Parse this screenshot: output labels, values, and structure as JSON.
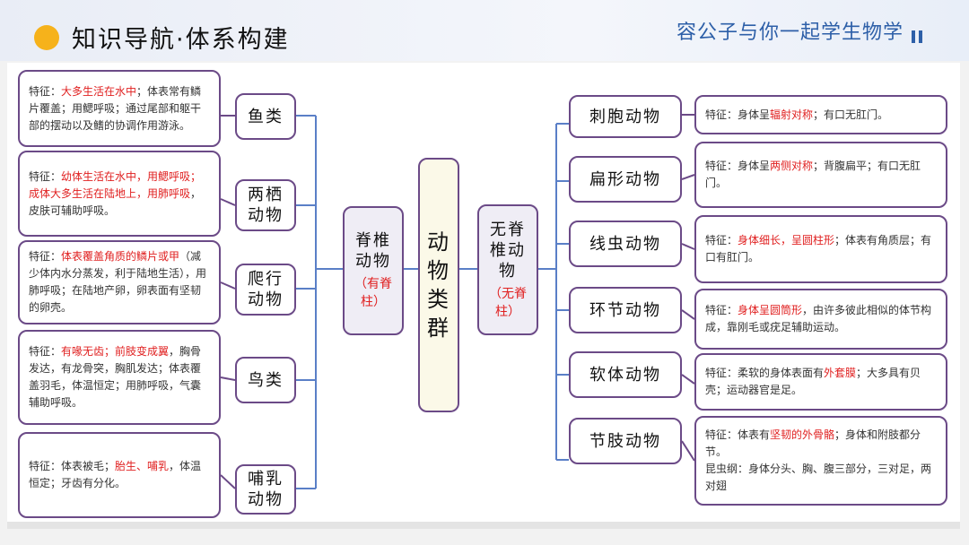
{
  "header": {
    "title": "知识导航·体系构建",
    "brand": "容公子与你一起学生物学"
  },
  "center": {
    "label": "动物类群"
  },
  "vertebrate": {
    "label": "脊椎动物",
    "note": "（有脊柱）"
  },
  "invertebrate": {
    "label": "无脊椎动物",
    "note": "（无脊柱）"
  },
  "left_groups": [
    {
      "name": "鱼类",
      "desc": [
        [
          "特征：",
          ""
        ],
        [
          "大多生活在水中",
          "r"
        ],
        [
          "；体表常有鳞片覆盖；用鳃呼吸；通过尾部和躯干部的摆动以及鳍的协调作用游泳。",
          ""
        ]
      ]
    },
    {
      "name": "两栖动物",
      "desc": [
        [
          "特征：",
          ""
        ],
        [
          "幼体生活在水中，用鳃呼吸；成体大多生活在陆地上，用肺呼吸",
          "r"
        ],
        [
          "，皮肤可辅助呼吸。",
          ""
        ]
      ]
    },
    {
      "name": "爬行动物",
      "desc": [
        [
          "特征：",
          ""
        ],
        [
          "体表覆盖角质的鳞片或甲",
          "r"
        ],
        [
          "（减少体内水分蒸发，利于陆地生活），用肺呼吸；在陆地产卵，卵表面有坚韧的卵壳。",
          ""
        ]
      ]
    },
    {
      "name": "鸟类",
      "desc": [
        [
          "特征：",
          ""
        ],
        [
          "有喙无齿；前肢变成翼",
          "r"
        ],
        [
          "，胸骨发达，有龙骨突，胸肌发达；体表覆盖羽毛，体温恒定；用肺呼吸，气囊辅助呼吸。",
          ""
        ]
      ]
    },
    {
      "name": "哺乳动物",
      "desc": [
        [
          "特征：体表被毛；",
          ""
        ],
        [
          "胎生、哺乳",
          "r"
        ],
        [
          "，体温恒定；牙齿有分化。",
          ""
        ]
      ]
    }
  ],
  "right_groups": [
    {
      "name": "刺胞动物",
      "desc": [
        [
          "特征：身体呈",
          ""
        ],
        [
          "辐射对称",
          "r"
        ],
        [
          "；有口无肛门。",
          ""
        ]
      ]
    },
    {
      "name": "扁形动物",
      "desc": [
        [
          "特征：身体呈",
          ""
        ],
        [
          "两侧对称",
          "r"
        ],
        [
          "；背腹扁平；有口无肛门。",
          ""
        ]
      ]
    },
    {
      "name": "线虫动物",
      "desc": [
        [
          "特征：",
          ""
        ],
        [
          "身体细长，呈圆柱形",
          "r"
        ],
        [
          "；体表有角质层；有口有肛门。",
          ""
        ]
      ]
    },
    {
      "name": "环节动物",
      "desc": [
        [
          "特征：",
          ""
        ],
        [
          "身体呈圆筒形",
          "r"
        ],
        [
          "，由许多彼此相似的体节构成，靠刚毛或疣足辅助运动。",
          ""
        ]
      ]
    },
    {
      "name": "软体动物",
      "desc": [
        [
          "特征：柔软的身体表面有",
          ""
        ],
        [
          "外套膜",
          "r"
        ],
        [
          "；大多具有贝壳；运动器官是足。",
          ""
        ]
      ]
    },
    {
      "name": "节肢动物",
      "desc": [
        [
          "特征：体表有",
          ""
        ],
        [
          "坚韧的外骨骼",
          "r"
        ],
        [
          "；身体和附肢都分节。\n昆虫纲：身体分头、胸、腹三部分，三对足，两对翅",
          ""
        ]
      ]
    }
  ]
}
